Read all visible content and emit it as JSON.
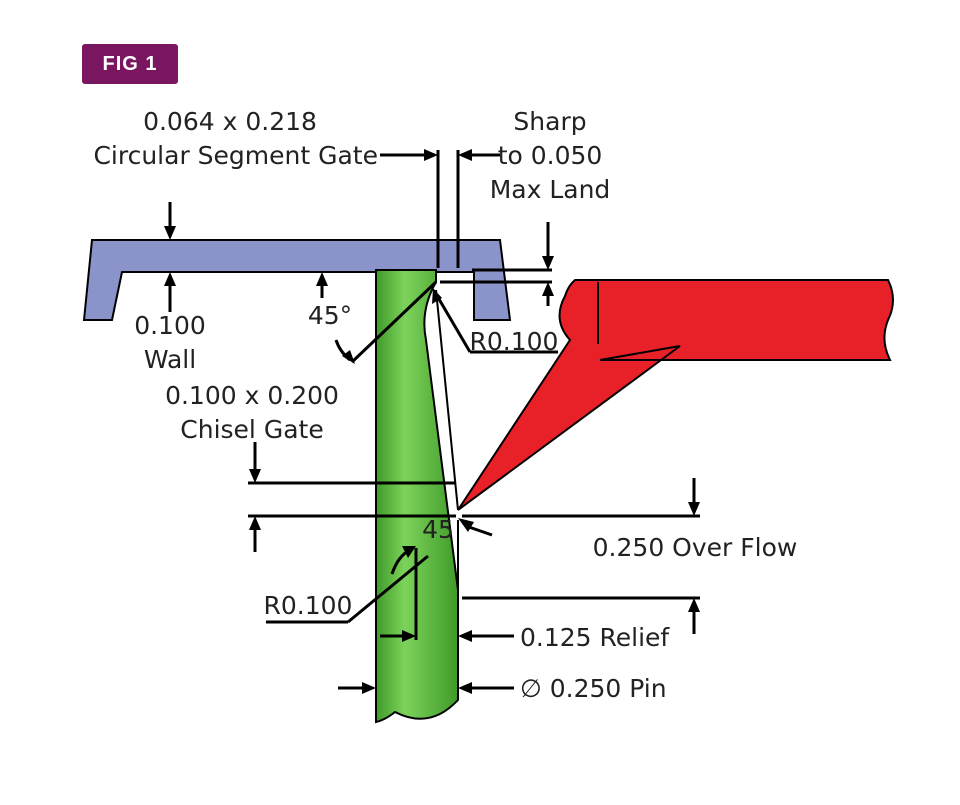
{
  "figure_label": "FIG 1",
  "labels": {
    "circ_gate_size": "0.064 x 0.218",
    "circ_gate_name": "Circular Segment Gate",
    "sharp_line1": "Sharp",
    "sharp_line2": "to 0.050",
    "sharp_line3": "Max Land",
    "wall_value": "0.100",
    "wall_name": "Wall",
    "angle_top": "45°",
    "radius_top": "R0.100",
    "chisel_size": "0.100 x 0.200",
    "chisel_name": "Chisel Gate",
    "angle_chisel": "45",
    "overflow": "0.250 Over Flow",
    "radius_bottom": "R0.100",
    "relief": "0.125 Relief",
    "pin": "∅ 0.250 Pin"
  },
  "colors": {
    "part": "#8b93cb",
    "pin": "#5cbd3c",
    "gate": "#e82128",
    "badge": "#7a1560",
    "text": "#222222"
  }
}
